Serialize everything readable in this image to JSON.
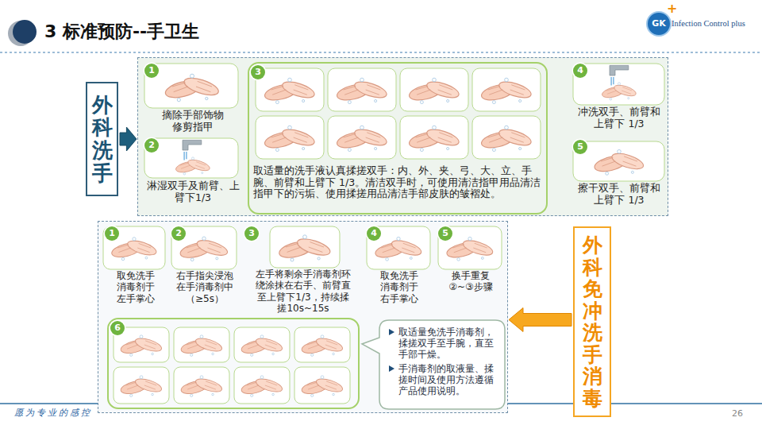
{
  "diagram": {
    "title": "3 标准预防--手卫生",
    "nodes": [
      {
        "text": [
          "外科洗手"
        ]
      },
      {
        "text": []
      },
      {
        "text": [
          "1",
          "摘除手部饰物 修剪指甲"
        ],
        "in": 1
      },
      {
        "text": [
          "2",
          "淋湿双手及前臂、上臂下1/3"
        ],
        "in": 1
      },
      {
        "text": [
          "3",
          "取适量的洗手液认真揉搓双手：内、外、夹、弓、大、立、手腕、前臂和上臂下 1/3。清洁双手时，可使用清洁指甲用品清洁指甲下的污垢、使用揉搓用品清洁手部皮肤的皱褶处。"
        ],
        "in": 1
      },
      {
        "text": [
          "4",
          "冲洗双手、前臂和上臂下 1/3"
        ],
        "in": 1
      },
      {
        "text": [
          "5",
          "擦干双手、前臂和上臂下 1/3"
        ],
        "in": 1
      },
      {
        "text": []
      },
      {
        "text": [
          "1",
          "取免洗手消毒剂于左手掌心"
        ],
        "in": 7
      },
      {
        "text": [
          "2",
          "右手指尖浸泡在手消毒剂中（≥5s）"
        ],
        "in": 7
      },
      {
        "text": [
          "3",
          "左手将剩余手消毒剂环绕涂抹在右手、前臂直至上臂下1/3，持续揉搓10s~15s"
        ],
        "in": 7
      },
      {
        "text": [
          "4",
          "取免洗手消毒剂于右手掌心"
        ],
        "in": 7
      },
      {
        "text": [
          "5",
          "换手重复②~③步骤"
        ],
        "in": 7
      },
      {
        "text": [
          "6"
        ],
        "in": 7
      },
      {
        "text": [
          "取适量免洗手消毒剂，揉搓双手至手腕，直至手部干燥。",
          "手消毒剂的取液量、揉搓时间及使用方法遵循产品使用说明。"
        ],
        "in": 7
      },
      {
        "text": [
          "外科免冲洗手消毒"
        ]
      }
    ],
    "edges": [
      {
        "from": 0,
        "to": 1,
        "arrow": "to"
      },
      {
        "from": 15,
        "to": 7,
        "arrow": "to"
      }
    ],
    "labels": [
      "GK",
      "+",
      "Infection Control plus",
      "愿为专业的感控",
      "26"
    ]
  }
}
